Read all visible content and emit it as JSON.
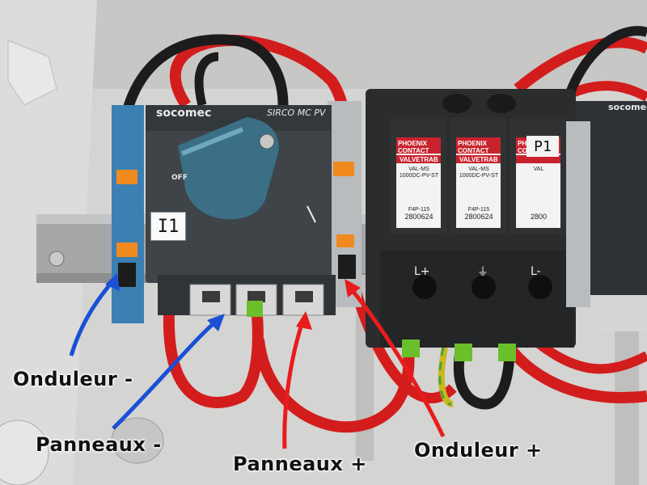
{
  "enclosure": {
    "switch": {
      "brand": "socomec",
      "model": "SIRCO MC PV",
      "tag": "I1",
      "off_marking": "OFF"
    },
    "surge_protector": {
      "brand": "PHOENIX CONTACT",
      "product_line": "VALVETRAB",
      "tag": "P1",
      "modules": [
        {
          "model": "VAL-MS",
          "rating": "1000DC-PV-ST",
          "ref": "F4P-115",
          "part_number": "2800624"
        },
        {
          "model": "VAL-MS",
          "rating": "1000DC-PV-ST",
          "ref": "F4P-115",
          "part_number": "2800624"
        },
        {
          "model": "VAL",
          "rating": "",
          "ref": "",
          "part_number": "2800"
        }
      ],
      "terminals": [
        "L+",
        "⏚",
        "L-"
      ]
    },
    "right_device_brand": "socomec"
  },
  "annotations": [
    {
      "text": "Onduleur -",
      "color": "#1a4fd6"
    },
    {
      "text": "Panneaux -",
      "color": "#1a4fd6"
    },
    {
      "text": "Panneaux +",
      "color": "#e81c1c"
    },
    {
      "text": "Onduleur +",
      "color": "#e81c1c"
    }
  ],
  "colors": {
    "negative_arrow": "#1a4fd6",
    "positive_arrow": "#e81c1c",
    "red_cable": "#d31d1d",
    "black_cable": "#1c1c1c",
    "switch_handle": "#3a6f86",
    "spd_red": "#c8232c"
  }
}
